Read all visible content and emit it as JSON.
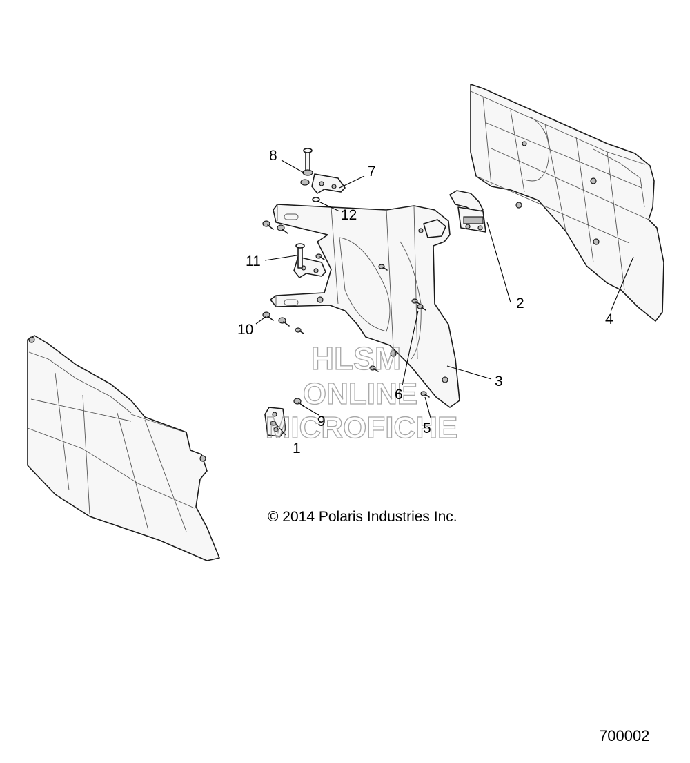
{
  "diagram": {
    "callouts": [
      {
        "id": 1,
        "label": "1"
      },
      {
        "id": 2,
        "label": "2"
      },
      {
        "id": 3,
        "label": "3"
      },
      {
        "id": 4,
        "label": "4"
      },
      {
        "id": 5,
        "label": "5"
      },
      {
        "id": 6,
        "label": "6"
      },
      {
        "id": 7,
        "label": "7"
      },
      {
        "id": 8,
        "label": "8"
      },
      {
        "id": 9,
        "label": "9"
      },
      {
        "id": 10,
        "label": "10"
      },
      {
        "id": 11,
        "label": "11"
      },
      {
        "id": 12,
        "label": "12"
      }
    ],
    "watermark": [
      "HLSM",
      "ONLINE",
      "MICROFICHE"
    ],
    "copyright": "© 2014 Polaris Industries Inc.",
    "figure_number": "700002"
  }
}
